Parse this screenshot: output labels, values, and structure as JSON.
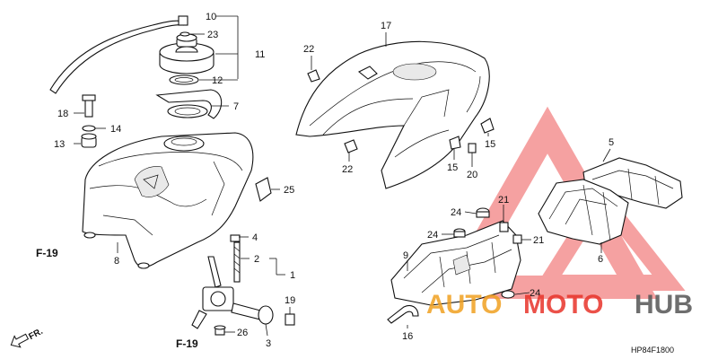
{
  "callouts": {
    "c1": "1",
    "c2": "2",
    "c3": "3",
    "c4": "4",
    "c5": "5",
    "c6": "6",
    "c7": "7",
    "c8": "8",
    "c9": "9",
    "c10": "10",
    "c11": "11",
    "c12": "12",
    "c13": "13",
    "c14": "14",
    "c15a": "15",
    "c15b": "15",
    "c16": "16",
    "c17": "17",
    "c18": "18",
    "c19": "19",
    "c20": "20",
    "c21a": "21",
    "c21b": "21",
    "c22a": "22",
    "c22b": "22",
    "c23": "23",
    "c24a": "24",
    "c24b": "24",
    "c24c": "24",
    "c25": "25",
    "c26": "26"
  },
  "references": {
    "f19a": "F-19",
    "f19b": "F-19",
    "front": "FR."
  },
  "diagram_code": "HP84F1800",
  "watermark": {
    "part1": "AUTO",
    "part2": "MOTO",
    "part3": "HUB"
  },
  "colors": {
    "watermark_red": "#e8332a",
    "watermark_orange": "#f0a020",
    "watermark_gray": "#555555",
    "triangle": "#ee5555"
  }
}
